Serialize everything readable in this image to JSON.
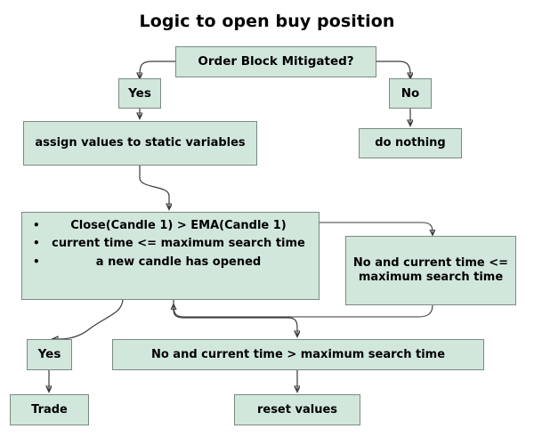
{
  "title": "Logic to open buy position",
  "colors": {
    "node_fill": "#d2e7db",
    "node_border": "#7a8a82",
    "edge": "#3a3a3a",
    "text": "#000000",
    "background": "#ffffff"
  },
  "nodes": {
    "order_block": {
      "label": "Order Block Mitigated?"
    },
    "yes_top": {
      "label": "Yes"
    },
    "no_top": {
      "label": "No"
    },
    "assign_values": {
      "label": "assign values to static variables"
    },
    "do_nothing": {
      "label": "do nothing"
    },
    "conditions": {
      "bullets": [
        "Close(Candle 1) > EMA(Candle 1)",
        "current time <= maximum search time",
        "a new candle has opened"
      ]
    },
    "no_within_time": {
      "label": "No and current time <= maximum search time"
    },
    "yes_bottom": {
      "label": "Yes"
    },
    "no_past_time": {
      "label": "No and current time > maximum search time"
    },
    "trade": {
      "label": "Trade"
    },
    "reset_values": {
      "label": "reset values"
    }
  },
  "edges": [
    {
      "name": "order-block-to-yes",
      "from": "order_block",
      "to": "yes_top"
    },
    {
      "name": "order-block-to-no",
      "from": "order_block",
      "to": "no_top"
    },
    {
      "name": "yes-to-assign-values",
      "from": "yes_top",
      "to": "assign_values"
    },
    {
      "name": "no-to-do-nothing",
      "from": "no_top",
      "to": "do_nothing"
    },
    {
      "name": "assign-values-to-conditions",
      "from": "assign_values",
      "to": "conditions"
    },
    {
      "name": "conditions-to-no-within-time",
      "from": "conditions",
      "to": "no_within_time"
    },
    {
      "name": "no-within-time-to-conditions",
      "from": "no_within_time",
      "to": "conditions"
    },
    {
      "name": "conditions-to-yes-bottom",
      "from": "conditions",
      "to": "yes_bottom"
    },
    {
      "name": "conditions-to-no-past-time",
      "from": "conditions",
      "to": "no_past_time"
    },
    {
      "name": "yes-bottom-to-trade",
      "from": "yes_bottom",
      "to": "trade"
    },
    {
      "name": "no-past-time-to-reset-values",
      "from": "no_past_time",
      "to": "reset_values"
    }
  ]
}
